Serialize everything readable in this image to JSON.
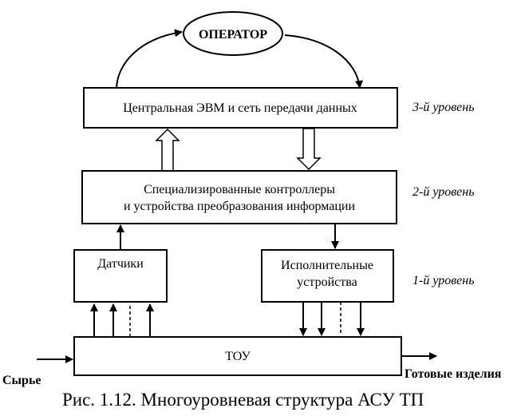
{
  "operator": "ОПЕРАТОР",
  "central": "Центральная ЭВМ и сеть передачи данных",
  "controllers_line1": "Специализированные контроллеры",
  "controllers_line2": "и устройства преобразования информации",
  "sensors": "Датчики",
  "actuators_line1": "Исполнительные",
  "actuators_line2": "устройства",
  "tou": "ТОУ",
  "levels": {
    "l3": "3-й уровень",
    "l2": "2-й уровень",
    "l1": "1-й уровень"
  },
  "raw_material": "Сырье",
  "finished_goods": "Готовые изделия",
  "caption": "Рис. 1.12. Многоуровневая структура АСУ ТП"
}
